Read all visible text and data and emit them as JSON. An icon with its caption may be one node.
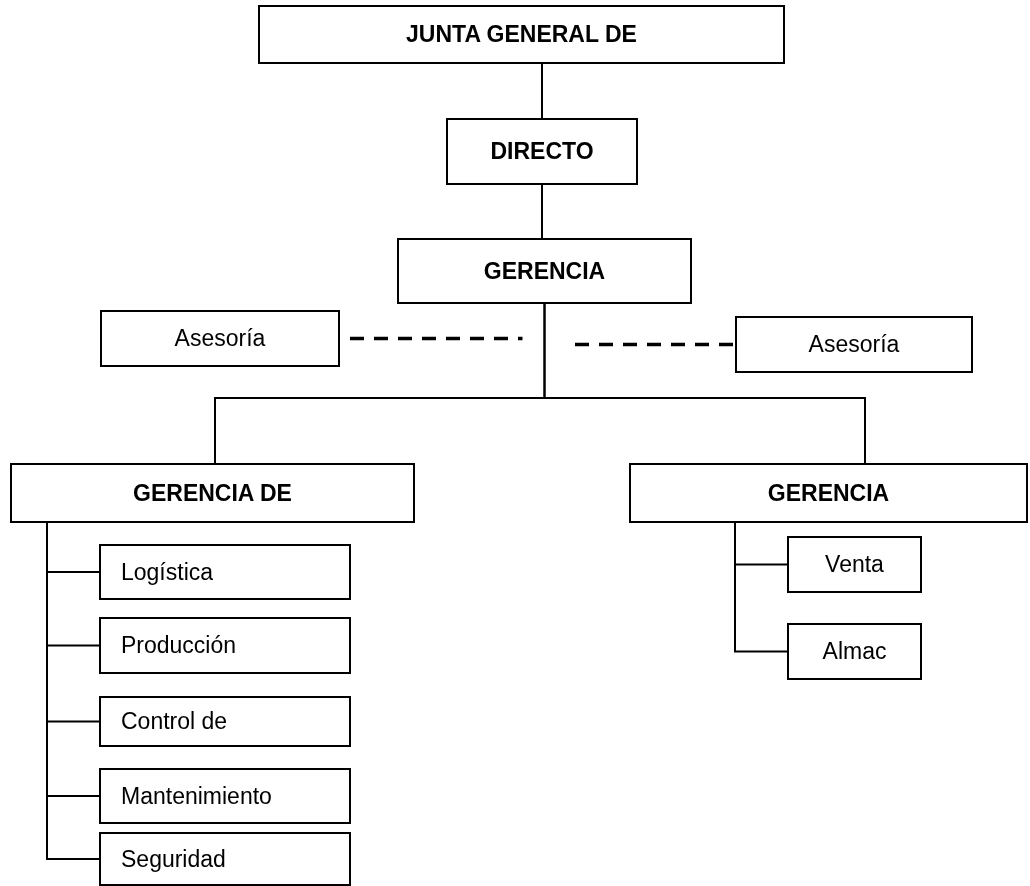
{
  "diagram": {
    "nodes": [
      {
        "text": [
          "JUNTA GENERAL DE"
        ]
      },
      {
        "text": [
          "DIRECTO"
        ]
      },
      {
        "text": [
          "GERENCIA"
        ]
      },
      {
        "text": [
          "Asesoría"
        ]
      },
      {
        "text": [
          "Asesoría"
        ]
      },
      {
        "text": [
          "GERENCIA DE"
        ]
      },
      {
        "text": [
          "GERENCIA"
        ]
      },
      {
        "text": [
          "Logística"
        ]
      },
      {
        "text": [
          "Producción"
        ]
      },
      {
        "text": [
          "Control de"
        ]
      },
      {
        "text": [
          "Mantenimiento"
        ]
      },
      {
        "text": [
          "Seguridad"
        ]
      },
      {
        "text": [
          "Venta"
        ]
      },
      {
        "text": [
          "Almac"
        ]
      }
    ],
    "edges": [
      {
        "from": 0,
        "to": 1,
        "arrow": "none"
      },
      {
        "from": 1,
        "to": 2,
        "arrow": "none"
      },
      {
        "from": 3,
        "to": null,
        "arrow": "none",
        "style": "dashed"
      },
      {
        "from": 4,
        "to": null,
        "arrow": "none",
        "style": "dashed"
      },
      {
        "from": 2,
        "to": 5,
        "arrow": "none"
      },
      {
        "from": 2,
        "to": 6,
        "arrow": "none"
      },
      {
        "from": 5,
        "to": 7,
        "arrow": "none"
      },
      {
        "from": 5,
        "to": 8,
        "arrow": "none"
      },
      {
        "from": 5,
        "to": 9,
        "arrow": "none"
      },
      {
        "from": 5,
        "to": 10,
        "arrow": "none"
      },
      {
        "from": 5,
        "to": 11,
        "arrow": "none"
      },
      {
        "from": 6,
        "to": 12,
        "arrow": "none"
      },
      {
        "from": 6,
        "to": 13,
        "arrow": "none"
      }
    ]
  }
}
